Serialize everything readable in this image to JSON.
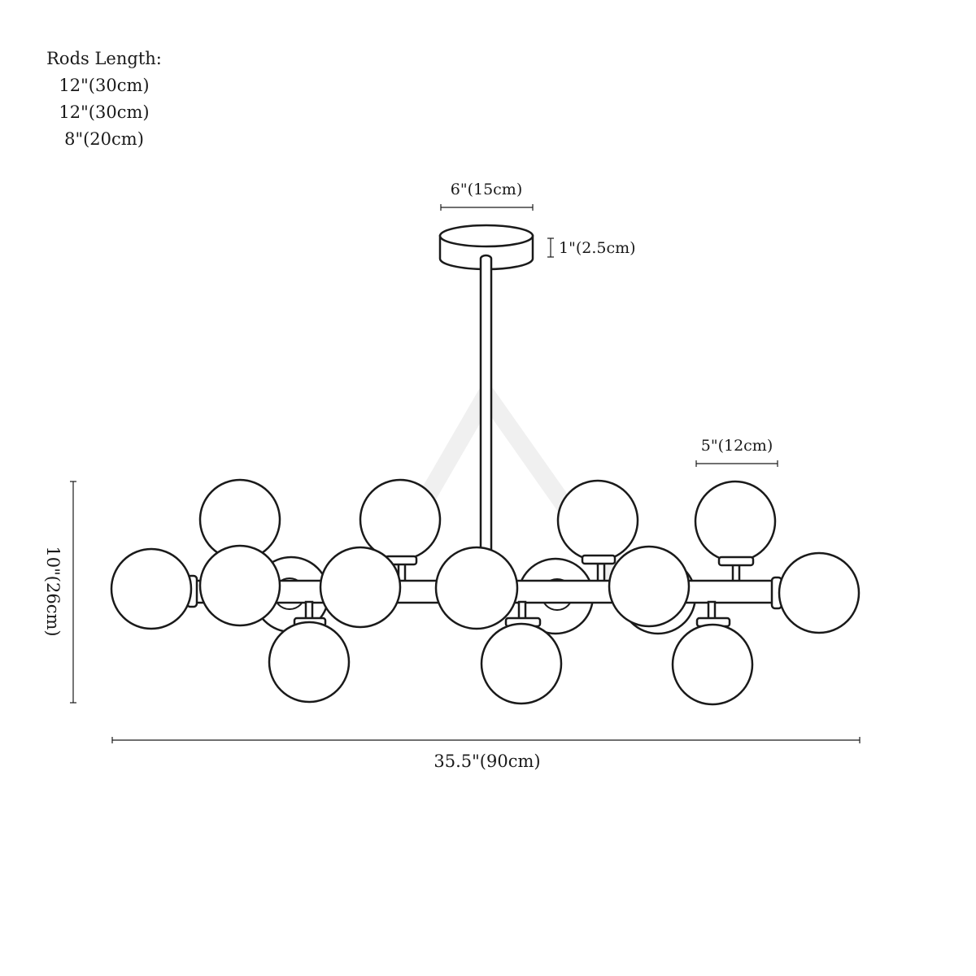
{
  "rods": {
    "heading": "Rods Length:",
    "lengths": [
      "12\"(30cm)",
      "12\"(30cm)",
      "8\"(20cm)"
    ]
  },
  "dimensions": {
    "canopy_width": "6\"(15cm)",
    "canopy_height": "1\"(2.5cm)",
    "globe_diameter": "5\"(12cm)",
    "fixture_height": "10\"(26cm)",
    "fixture_width": "35.5\"(90cm)"
  },
  "colors": {
    "line": "#1a1a1a",
    "watermark": "#f0f0f0",
    "background": "#ffffff"
  }
}
